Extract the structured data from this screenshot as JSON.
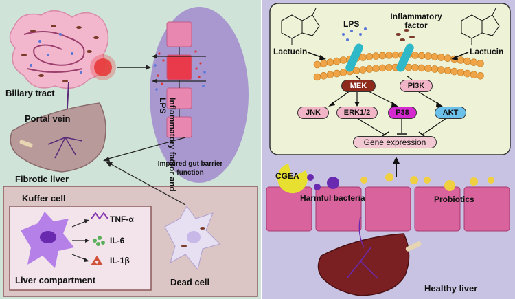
{
  "left": {
    "biliary_tract": "Biliary tract",
    "portal_vein": "Portal vein",
    "fibrotic_liver": "Fibrotic liver",
    "inflammatory_lps": "Inflammatory factor and LPS",
    "impaired_gut": "Impaired gut barrier function",
    "kuffer_cell": "Kuffer cell",
    "tnf": "TNF-α",
    "il6": "IL-6",
    "il1b": "IL-1β",
    "liver_compartment": "Liver compartment",
    "dead_cell": "Dead cell"
  },
  "right": {
    "lps": "LPS",
    "inflammatory_factor": "Inflammatory factor",
    "lactucin_left": "Lactucin",
    "lactucin_right": "Lactucin",
    "mek": "MEK",
    "pi3k": "PI3K",
    "jnk": "JNK",
    "erk": "ERK1/2",
    "p38": "P38",
    "akt": "AKT",
    "gene_expression": "Gene expression",
    "cgea": "CGEA",
    "harmful_bacteria": "Harmful bacteria",
    "probiotics": "Probiotics",
    "healthy_liver": "Healthy liver"
  },
  "colors": {
    "left_bg": "#cfe3d8",
    "right_bg": "#c9c3e3",
    "signal_box": "#eef2d6",
    "membrane": "#f0a448",
    "cell": "#d9639d",
    "liver_fibrotic": "#b89a9a",
    "liver_healthy": "#7a1f22",
    "mek": "#8e2a1c",
    "p38": "#d42ad0",
    "akt": "#6cc1ea",
    "jnk": "#f2b4c7"
  }
}
